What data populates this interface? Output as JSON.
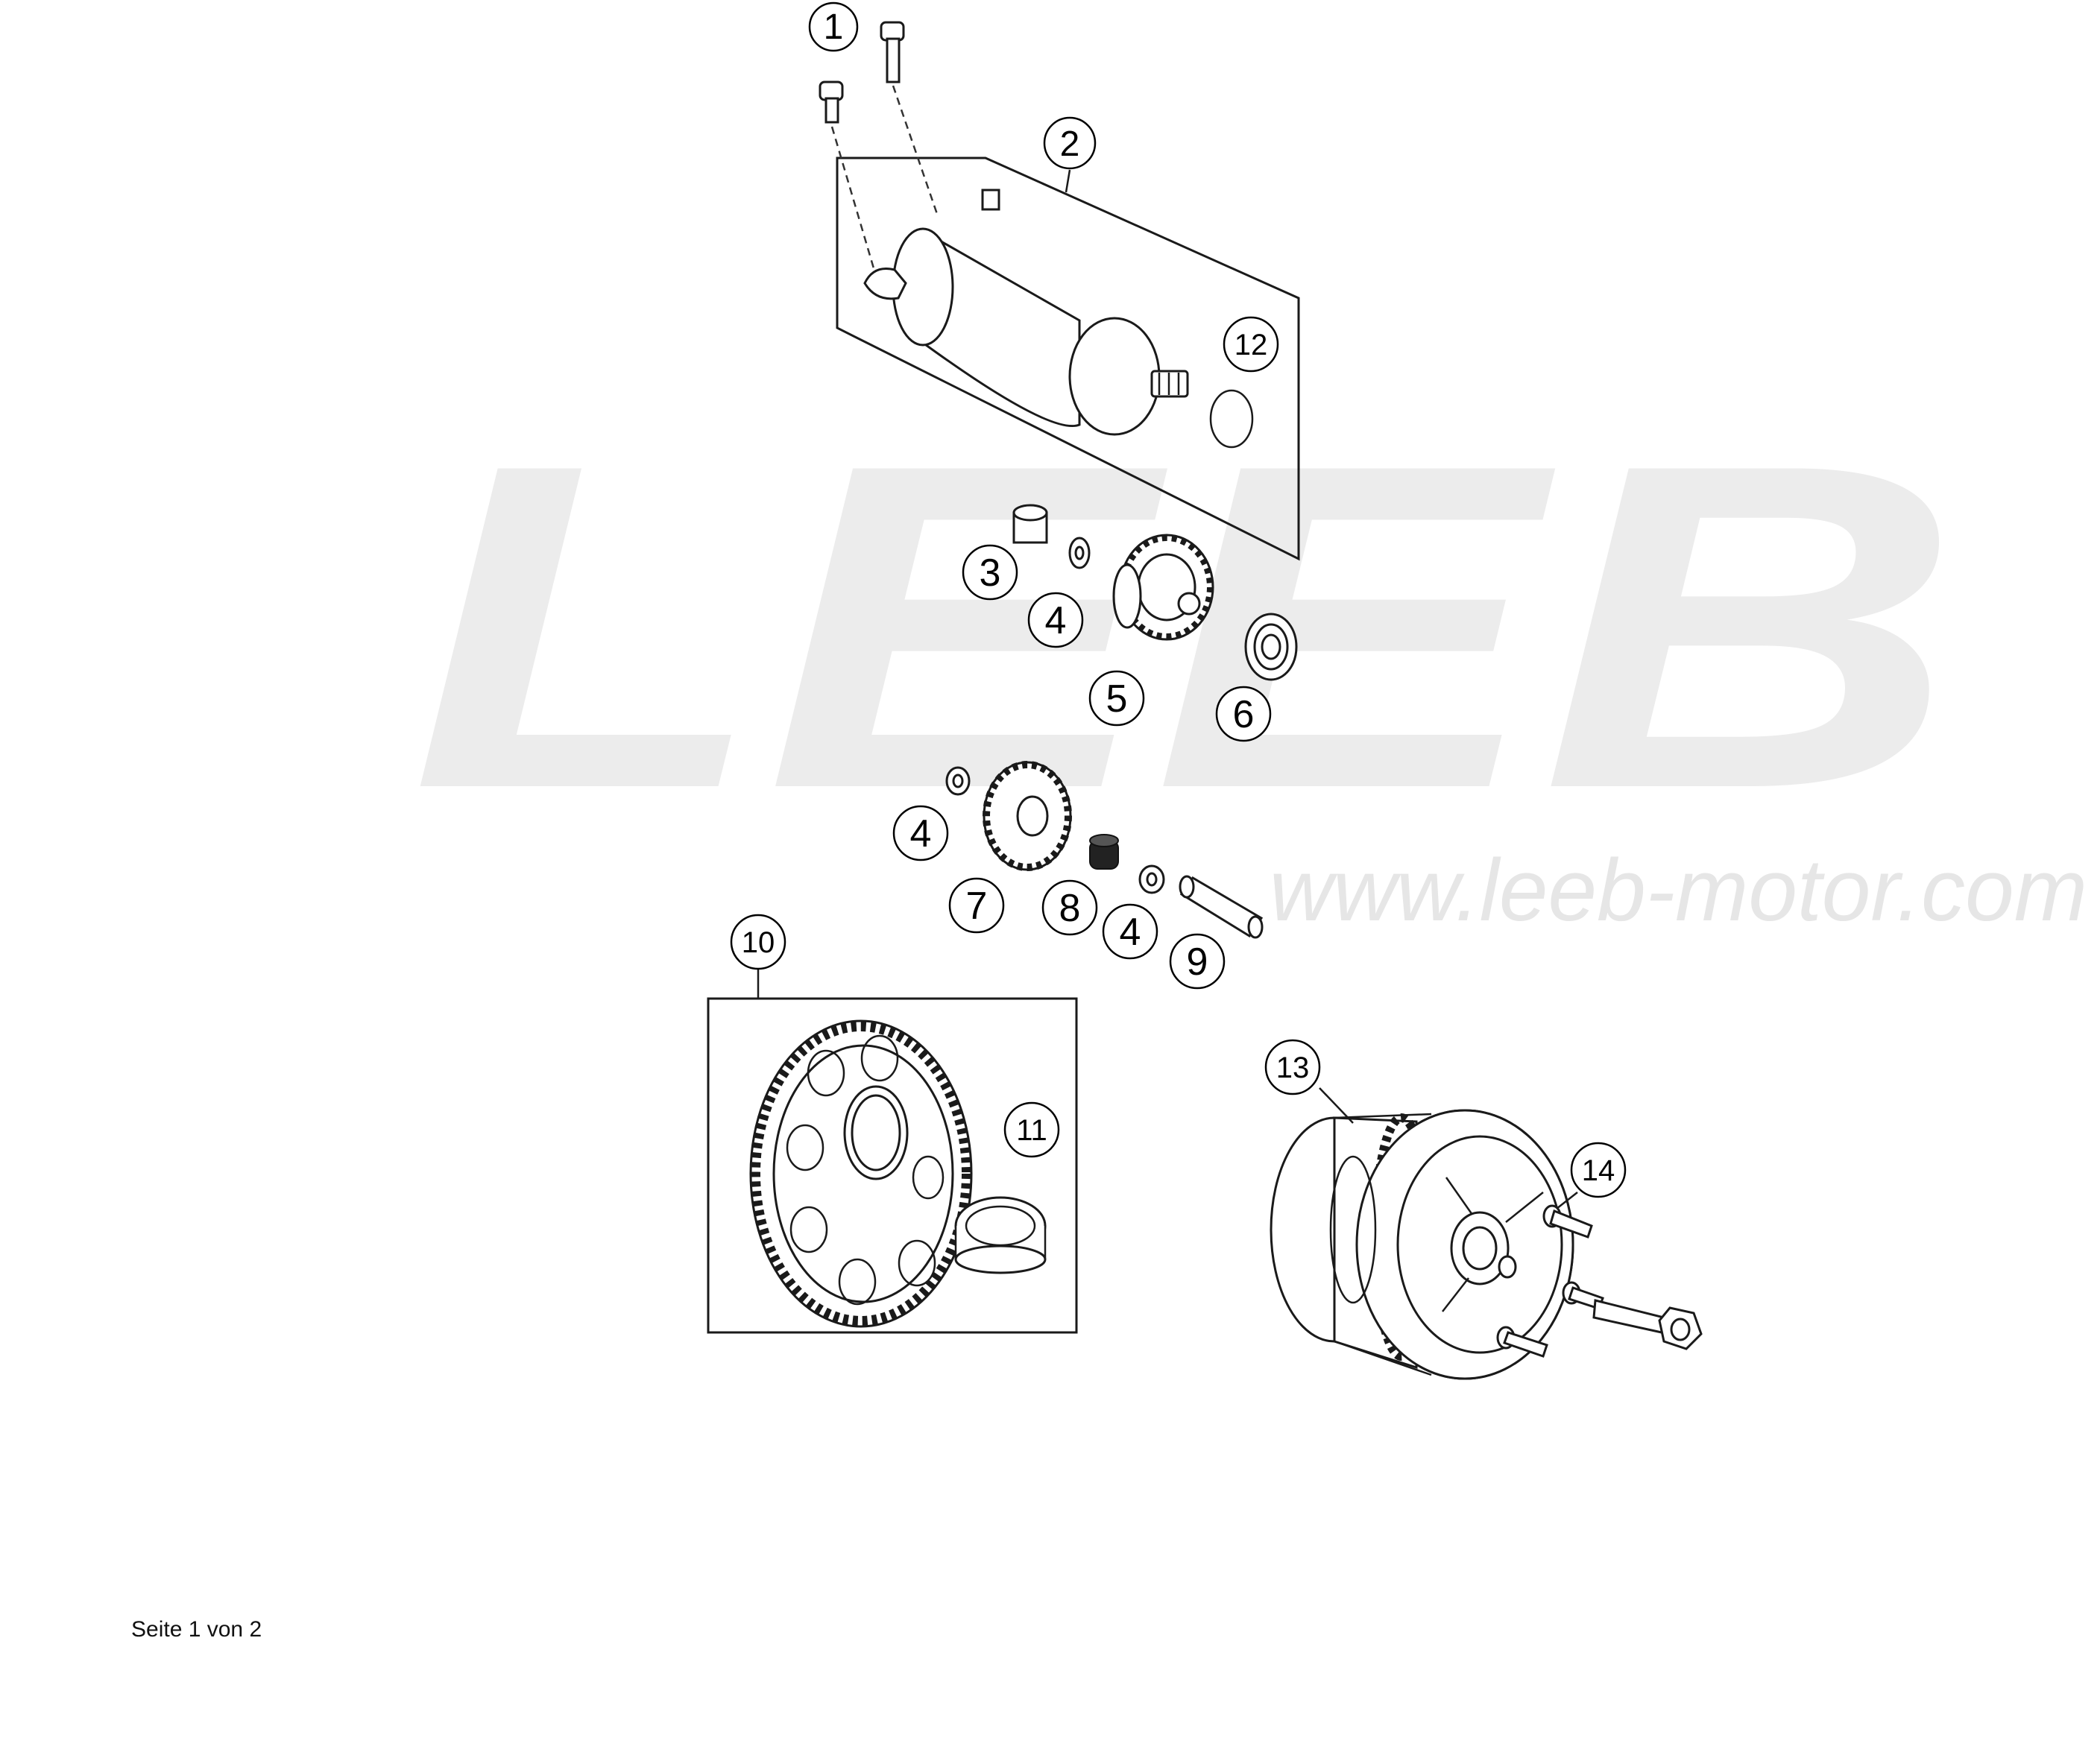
{
  "watermark": {
    "brand": "LEEB",
    "url": "www.leeb-motor.com",
    "color": "#ececec"
  },
  "callouts": [
    {
      "id": "c1",
      "label": "1"
    },
    {
      "id": "c2",
      "label": "2"
    },
    {
      "id": "c12",
      "label": "12"
    },
    {
      "id": "c3",
      "label": "3"
    },
    {
      "id": "c4a",
      "label": "4"
    },
    {
      "id": "c5",
      "label": "5"
    },
    {
      "id": "c6",
      "label": "6"
    },
    {
      "id": "c4b",
      "label": "4"
    },
    {
      "id": "c7",
      "label": "7"
    },
    {
      "id": "c8",
      "label": "8"
    },
    {
      "id": "c4c",
      "label": "4"
    },
    {
      "id": "c9",
      "label": "9"
    },
    {
      "id": "c10",
      "label": "10"
    },
    {
      "id": "c11",
      "label": "11"
    },
    {
      "id": "c13",
      "label": "13"
    },
    {
      "id": "c14",
      "label": "14"
    }
  ],
  "footer": {
    "page_label": "Seite 1 von 2"
  }
}
